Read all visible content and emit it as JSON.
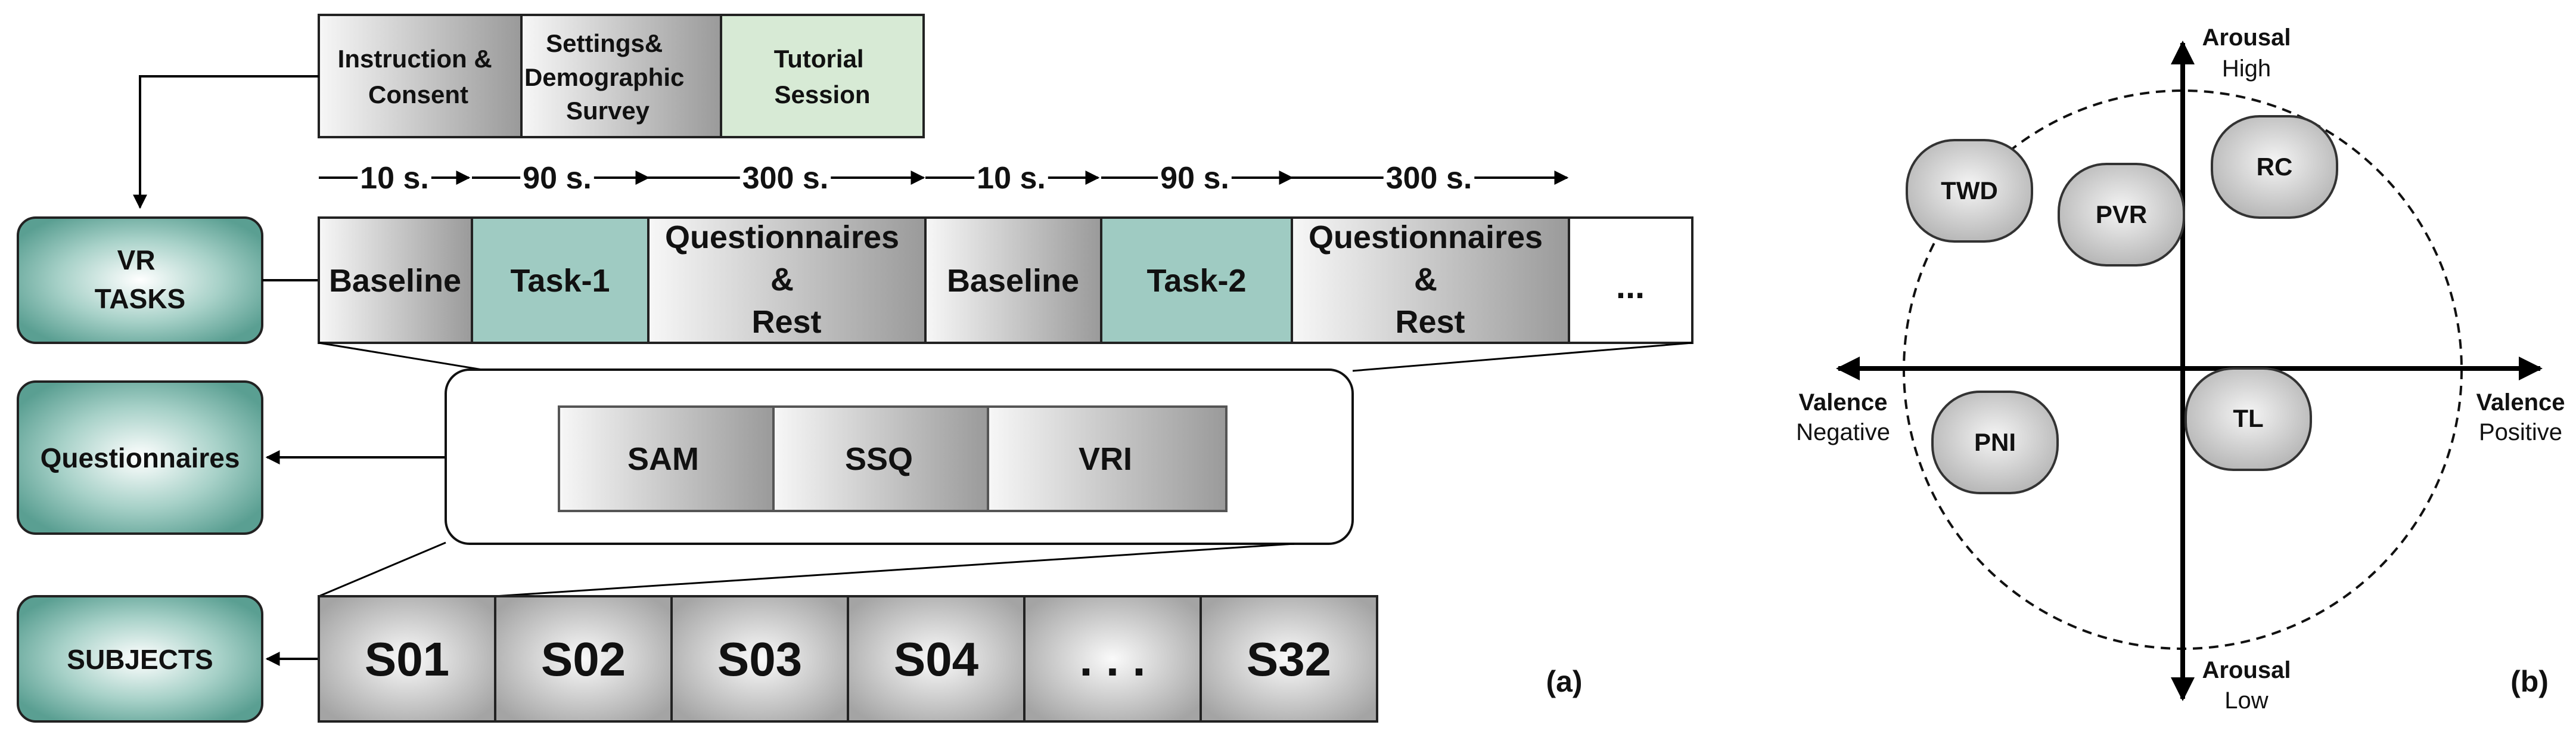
{
  "left_panel": {
    "setup_steps": [
      "Instruction & Consent",
      "Settings& Demographic Survey",
      "Tutorial Session"
    ],
    "durations": [
      "10 s.",
      "90 s.",
      "300 s.",
      "10 s.",
      "90 s.",
      "300 s."
    ],
    "timeline": [
      "Baseline",
      "Task-1",
      "Questionnaires & Rest",
      "Baseline",
      "Task-2",
      "Questionnaires & Rest",
      "..."
    ],
    "side_labels": {
      "vr_tasks": "VR TASKS",
      "questionnaires": "Questionnaires",
      "subjects": "SUBJECTS"
    },
    "questionnaire_items": [
      "SAM",
      "SSQ",
      "VRI"
    ],
    "subject_items": [
      "S01",
      "S02",
      "S03",
      "S04",
      ". . .",
      "S32"
    ],
    "caption": "(a)"
  },
  "right_panel": {
    "axis_labels": {
      "top_title": "Arousal",
      "top_sub": "High",
      "bottom_title": "Arousal",
      "bottom_sub": "Low",
      "left_title": "Valence",
      "left_sub": "Negative",
      "right_title": "Valence",
      "right_sub": "Positive"
    },
    "tasks": [
      "TWD",
      "PVR",
      "RC",
      "PNI",
      "TL"
    ],
    "caption": "(b)"
  },
  "colors": {
    "teal": "#5fa89a",
    "teal_light": "#9fcbc2",
    "tutorial_green": "#d7ead5",
    "gray_dark": "#9c9c9c",
    "gray_light": "#f2f2f2"
  }
}
